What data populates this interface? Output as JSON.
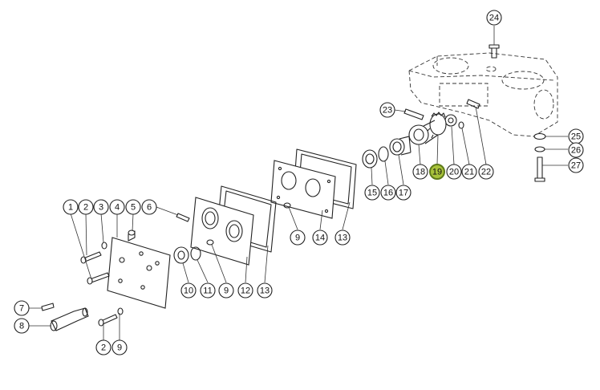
{
  "callouts": [
    {
      "id": "c1",
      "label": "1"
    },
    {
      "id": "c2a",
      "label": "2"
    },
    {
      "id": "c3",
      "label": "3"
    },
    {
      "id": "c4",
      "label": "4"
    },
    {
      "id": "c5",
      "label": "5"
    },
    {
      "id": "c6",
      "label": "6"
    },
    {
      "id": "c7",
      "label": "7"
    },
    {
      "id": "c8",
      "label": "8"
    },
    {
      "id": "c2b",
      "label": "2"
    },
    {
      "id": "c9a",
      "label": "9"
    },
    {
      "id": "c10",
      "label": "10"
    },
    {
      "id": "c11",
      "label": "11"
    },
    {
      "id": "c9b",
      "label": "9"
    },
    {
      "id": "c12",
      "label": "12"
    },
    {
      "id": "c13a",
      "label": "13"
    },
    {
      "id": "c9c",
      "label": "9"
    },
    {
      "id": "c14",
      "label": "14"
    },
    {
      "id": "c13b",
      "label": "13"
    },
    {
      "id": "c15",
      "label": "15"
    },
    {
      "id": "c16",
      "label": "16"
    },
    {
      "id": "c17",
      "label": "17"
    },
    {
      "id": "c18",
      "label": "18"
    },
    {
      "id": "c19",
      "label": "19",
      "highlighted": true
    },
    {
      "id": "c20",
      "label": "20"
    },
    {
      "id": "c21",
      "label": "21"
    },
    {
      "id": "c22",
      "label": "22"
    },
    {
      "id": "c23",
      "label": "23"
    },
    {
      "id": "c24",
      "label": "24"
    },
    {
      "id": "c25",
      "label": "25"
    },
    {
      "id": "c26",
      "label": "26"
    },
    {
      "id": "c27",
      "label": "27"
    }
  ],
  "colors": {
    "highlight": "#a8c23a",
    "line": "#222222"
  }
}
